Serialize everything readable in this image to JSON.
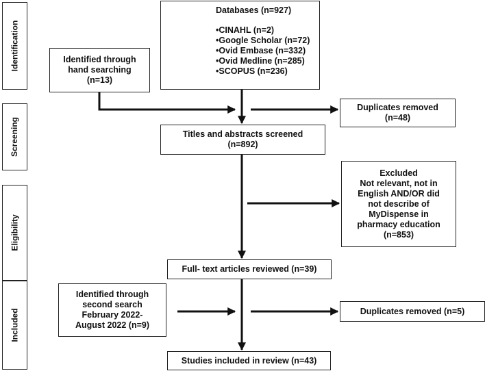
{
  "stages": {
    "identification": "Identification",
    "screening": "Screening",
    "eligibility": "Eligibility",
    "included": "Included"
  },
  "databases": {
    "title": "Databases (n=927)",
    "items": [
      "•CINAHL (n=2)",
      "•Google Scholar (n=72)",
      "•Ovid Embase (n=332)",
      "•Ovid Medline (n=285)",
      "•SCOPUS (n=236)"
    ]
  },
  "hand_search": {
    "line1": "Identified through",
    "line2": "hand searching",
    "line3": "(n=13)"
  },
  "duplicates1": {
    "line1": "Duplicates removed",
    "line2": "(n=48)"
  },
  "screened": {
    "line1": "Titles and abstracts screened",
    "line2": "(n=892)"
  },
  "excluded": {
    "lines": [
      "Excluded",
      "Not relevant, not in",
      "English AND/OR did",
      "not describe of",
      "MyDispense in",
      "pharmacy education",
      "(n=853)"
    ]
  },
  "fulltext": {
    "label": "Full- text articles reviewed (n=39)"
  },
  "second_search": {
    "lines": [
      "Identified through",
      "second search",
      "February 2022-",
      "August 2022 (n=9)"
    ]
  },
  "duplicates2": {
    "label": "Duplicates removed (n=5)"
  },
  "included_box": {
    "label": "Studies included in review (n=43)"
  }
}
